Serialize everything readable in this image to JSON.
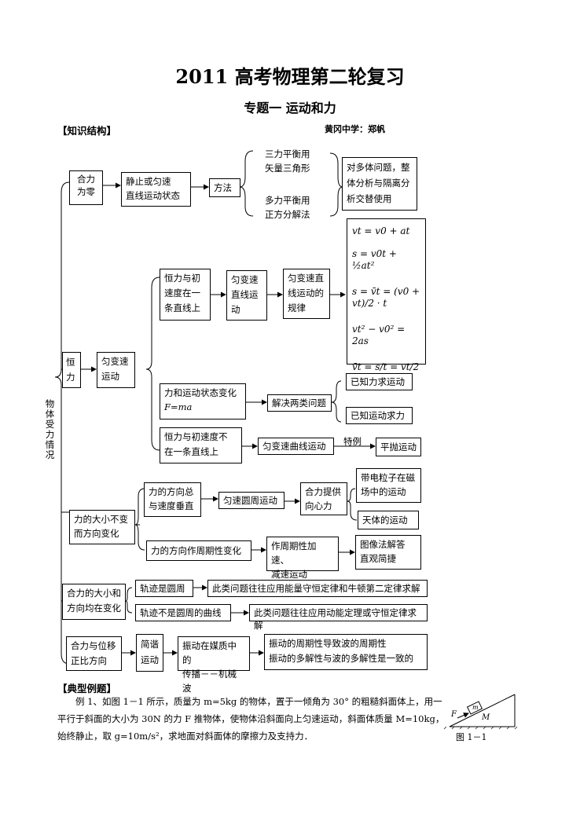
{
  "doc": {
    "title": "2011 高考物理第二轮复习",
    "subtitle": "专题一    运动和力",
    "section_knowledge": "【知识结构】",
    "author": "黄冈中学：郑帆",
    "section_examples": "【典型例题】"
  },
  "root_label": "物体受力情况",
  "boxes": {
    "b_he0": "合力\n为零",
    "b_jingzhi": "静止或匀速\n直线运动状态",
    "b_fangfa": "方法",
    "b_sanli": "三力平衡用\n矢量三角形",
    "b_duoli": "多力平衡用\n正方分解法",
    "b_duoti": "对多体问题，整\n体分析与隔离分\n析交替使用",
    "b_hengli": "恒\n力",
    "b_yunbian": "匀变速\n运动",
    "b_gongxian": "恒力与初\n速度在一\n条直线上",
    "b_yunbianzx": "匀变速\n直线运\n动",
    "b_guilv": "匀变速直\n线运动的\n规律",
    "b_lihe_line1": "力和运动状态变化",
    "b_lihe_line2": "F=ma",
    "b_liangle": "解决两类问题",
    "b_yizhili": "已知力求运动",
    "b_yizhiyd": "已知运动求力",
    "b_buzai": "恒力与初速度不\n在一条直线上",
    "b_qux": "匀变速曲线运动",
    "b_teli_label": "特例",
    "b_pingpao": "平抛运动",
    "b_dxbb": "力的大小不变\n而方向变化",
    "b_fangxiang_chuizhi": "力的方向总\n与速度垂直",
    "b_yuanzhou": "匀速圆周运动",
    "b_xiangxin": "合力提供\n向心力",
    "b_dailizi": "带电粒子在磁\n场中的运动",
    "b_tianti": "天体的运动",
    "b_zhouqi": "力的方向作周期性变化",
    "b_zpjs": "作周期性加速、\n减速运动",
    "b_tuxiang": "图像法解答\n直观简捷",
    "b_dxfx": "合力的大小和\n方向均在变化",
    "b_yuanzhou2": "轨迹是圆周",
    "b_nlsh": "此类问题往往应用能量守恒定律和牛顿第二定律求解",
    "b_feiyuan": "轨迹不是圆周的曲线",
    "b_dongneng": "此类问题往往应用动能定理或守恒定律求解",
    "b_zhengbi": "合力与位移\n正比方向",
    "b_jianxie": "简谐\n运动",
    "b_jiezhi": "振动在媒质中的\n传播－－机械波",
    "b_zhendong": "振动的周期性导致波的周期性\n振动的多解性与波的多解性是一致的"
  },
  "formulas": {
    "f1": "vt = v0 + at",
    "f2": "s = v0t + ½at²",
    "f3": "s = v̄t = (v0 + vt)/2 · t",
    "f4": "vt² − v0² = 2as",
    "f5": "v̄t = s/t = vt/2"
  },
  "example": {
    "line1": "例 1、如图 1－1 所示，质量为 m=5kg 的物体，置于一倾角为 30° 的粗糙斜面体上，用一",
    "line2": "平行于斜面的大小为 30N 的力 F 推物体，使物体沿斜面向上匀速运动，斜面体质量 M=10kg，",
    "line3": "始终静止，取 g=10m/s²，求地面对斜面体的摩擦力及支持力．",
    "fig_caption": "图 1－1",
    "fig_F": "F",
    "fig_m": "m",
    "fig_M": "M"
  }
}
